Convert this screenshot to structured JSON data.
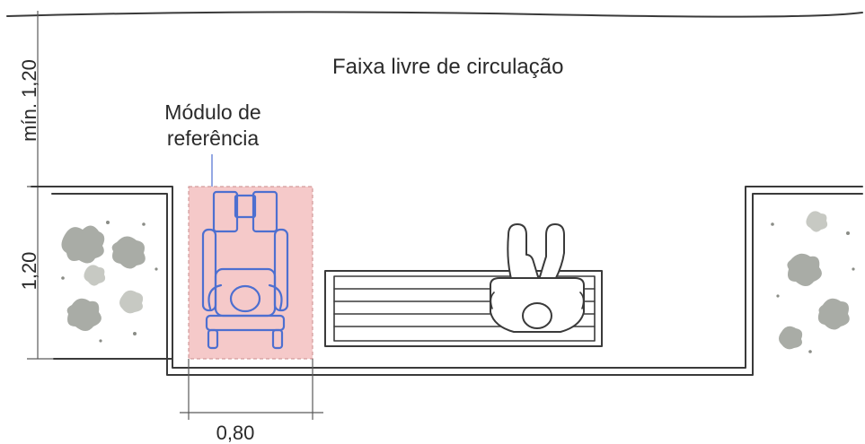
{
  "labels": {
    "top_dimension": "mín. 1,20",
    "circulation_band": "Faixa livre de circulação",
    "reference_module_line1": "Módulo de",
    "reference_module_line2": "referência",
    "side_dimension": "1,20",
    "width_dimension": "0,80"
  },
  "colors": {
    "reference_module_fill": "#f5c9c9",
    "wheelchair_stroke": "#4d6fd0",
    "vegetation": "#a9aca6",
    "line": "#3a3a3a"
  },
  "icons": {
    "wheelchair": "wheelchair-user-top-view-icon",
    "person": "seated-person-top-view-icon",
    "bench": "bench-icon",
    "vegetation": "shrub-icon"
  }
}
